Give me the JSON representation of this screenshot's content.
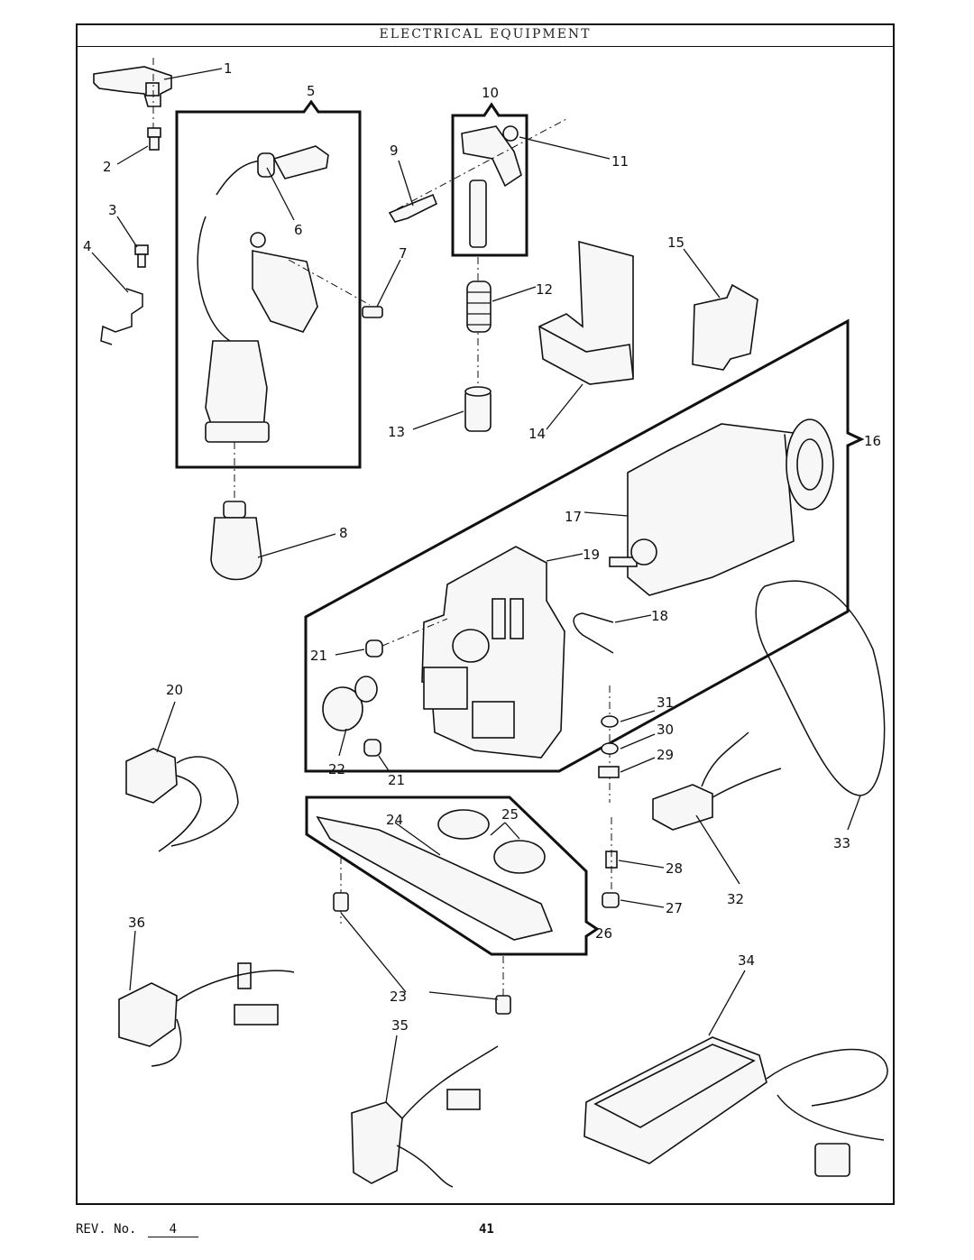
{
  "page": {
    "title": "ELECTRICAL EQUIPMENT",
    "rev_label": "REV. No.",
    "rev_value": "4",
    "page_number": "41"
  },
  "callouts": {
    "c1": "1",
    "c2": "2",
    "c3": "3",
    "c4": "4",
    "c5": "5",
    "c6": "6",
    "c7": "7",
    "c8": "8",
    "c9": "9",
    "c10": "10",
    "c11": "11",
    "c12": "12",
    "c13": "13",
    "c14": "14",
    "c15": "15",
    "c16": "16",
    "c17": "17",
    "c18": "18",
    "c19": "19",
    "c20": "20",
    "c21a": "21",
    "c21b": "21",
    "c22": "22",
    "c23": "23",
    "c24": "24",
    "c25": "25",
    "c26": "26",
    "c27": "27",
    "c28": "28",
    "c29": "29",
    "c30": "30",
    "c31": "31",
    "c32": "32",
    "c33": "33",
    "c34": "34",
    "c35": "35",
    "c36": "36"
  }
}
